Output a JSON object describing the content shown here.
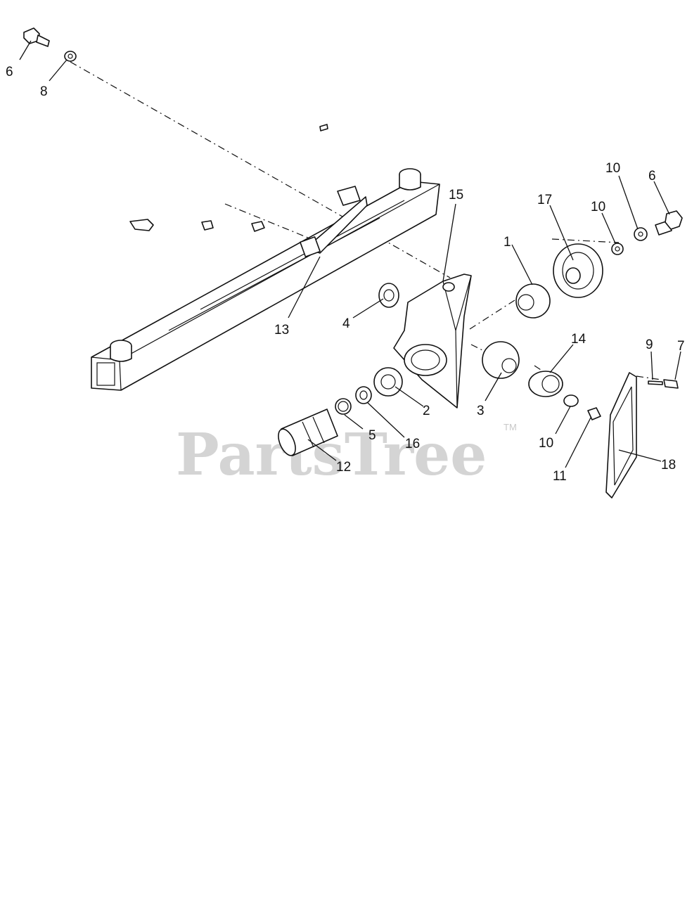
{
  "watermark": {
    "brand": "PartsTree",
    "trademark": "TM"
  },
  "callouts": [
    {
      "id": "c6a",
      "text": "6"
    },
    {
      "id": "c8",
      "text": "8"
    },
    {
      "id": "c15",
      "text": "15"
    },
    {
      "id": "c1",
      "text": "1"
    },
    {
      "id": "c17",
      "text": "17"
    },
    {
      "id": "c10a",
      "text": "10"
    },
    {
      "id": "c10b",
      "text": "10"
    },
    {
      "id": "c6b",
      "text": "6"
    },
    {
      "id": "c13",
      "text": "13"
    },
    {
      "id": "c4",
      "text": "4"
    },
    {
      "id": "c14",
      "text": "14"
    },
    {
      "id": "c9",
      "text": "9"
    },
    {
      "id": "c7",
      "text": "7"
    },
    {
      "id": "c3",
      "text": "3"
    },
    {
      "id": "c2",
      "text": "2"
    },
    {
      "id": "c5",
      "text": "5"
    },
    {
      "id": "c16",
      "text": "16"
    },
    {
      "id": "c10c",
      "text": "10"
    },
    {
      "id": "c11",
      "text": "11"
    },
    {
      "id": "c18",
      "text": "18"
    },
    {
      "id": "c12",
      "text": "12"
    }
  ]
}
